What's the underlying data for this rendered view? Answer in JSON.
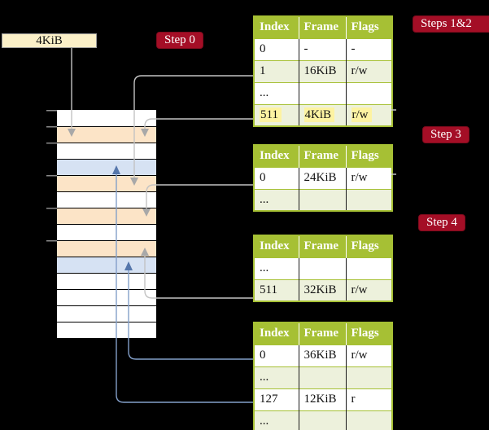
{
  "legend_box": {
    "label": "4KiB"
  },
  "badges": {
    "step0": "Step 0",
    "steps12": "Steps 1&2",
    "step3": "Step 3",
    "step4": "Step 4"
  },
  "memory": {
    "description": "physical memory column of 4KiB frames, top = 0KiB",
    "rows": [
      "white",
      "peach",
      "white",
      "blue",
      "peach",
      "white",
      "peach",
      "white",
      "peach",
      "blue",
      "white",
      "white",
      "white",
      "white"
    ]
  },
  "tables": [
    {
      "name": "page-table-steps-1-2",
      "headers": [
        "Index",
        "Frame",
        "Flags"
      ],
      "rows": [
        {
          "cells": [
            "0",
            "-",
            "-"
          ]
        },
        {
          "cells": [
            "1",
            "16KiB",
            "r/w"
          ]
        },
        {
          "cells": [
            "...",
            "",
            ""
          ]
        },
        {
          "cells": [
            "511",
            "4KiB",
            "r/w"
          ],
          "highlight": true
        }
      ]
    },
    {
      "name": "page-table-step-3",
      "headers": [
        "Index",
        "Frame",
        "Flags"
      ],
      "rows": [
        {
          "cells": [
            "0",
            "24KiB",
            "r/w"
          ]
        },
        {
          "cells": [
            "...",
            "",
            ""
          ]
        }
      ]
    },
    {
      "name": "page-table-step-4",
      "headers": [
        "Index",
        "Frame",
        "Flags"
      ],
      "rows": [
        {
          "cells": [
            "...",
            "",
            ""
          ]
        },
        {
          "cells": [
            "511",
            "32KiB",
            "r/w"
          ]
        }
      ]
    },
    {
      "name": "page-table-final",
      "headers": [
        "Index",
        "Frame",
        "Flags"
      ],
      "rows": [
        {
          "cells": [
            "0",
            "36KiB",
            "r/w"
          ]
        },
        {
          "cells": [
            "...",
            "",
            ""
          ]
        },
        {
          "cells": [
            "127",
            "12KiB",
            "r"
          ]
        },
        {
          "cells": [
            "...",
            "",
            ""
          ]
        }
      ]
    }
  ],
  "connections": [
    {
      "from": "legend-4KiB-box",
      "to": "memory-frame-4KiB",
      "color": "gray"
    },
    {
      "from": "table1.row.1 (16KiB)",
      "to": "memory-frame-16KiB",
      "color": "gray"
    },
    {
      "from": "table1.row.511 (4KiB)",
      "to": "memory-frame-4KiB",
      "color": "gray"
    },
    {
      "from": "table2.row.0 (24KiB)",
      "to": "memory-frame-24KiB",
      "color": "gray"
    },
    {
      "from": "table3.row.511 (32KiB)",
      "to": "memory-frame-32KiB",
      "color": "gray"
    },
    {
      "from": "table4.row.0 (36KiB)",
      "to": "memory-frame-36KiB",
      "color": "blue"
    },
    {
      "from": "table4.row.127 (12KiB)",
      "to": "memory-frame-12KiB",
      "color": "blue"
    }
  ],
  "colors": {
    "background": "#000000",
    "badge_red": "#a40e26",
    "table_header_green": "#a6c034",
    "table_row_green": "#edf1dc",
    "highlight_yellow": "#fdf3a2",
    "frame_peach": "#fce4c7",
    "frame_blue": "#d6e2f3",
    "legend_cream": "#fbf0c8",
    "gray_line": "#c3c3c3",
    "gray_head": "#a8a8a8",
    "blue_line": "#839fc9",
    "blue_head": "#5677ab",
    "tick_gray": "#8a8a8a"
  }
}
